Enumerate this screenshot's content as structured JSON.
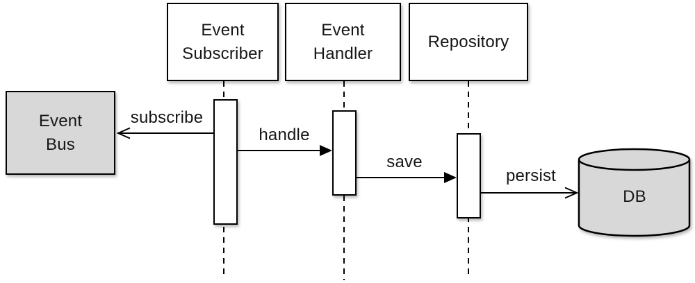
{
  "lifelines": {
    "event_subscriber": {
      "label": "Event\nSubscriber"
    },
    "event_handler": {
      "label": "Event\nHandler"
    },
    "repository": {
      "label": "Repository"
    }
  },
  "nodes": {
    "event_bus": {
      "label": "Event\nBus",
      "shape": "rectangle",
      "fill": "#d8d8d8"
    },
    "db": {
      "label": "DB",
      "shape": "cylinder",
      "fill": "#d8d8d8"
    }
  },
  "messages": {
    "subscribe": {
      "label": "subscribe",
      "from": "Event Subscriber",
      "to": "Event Bus",
      "arrow_style": "open",
      "direction": "left"
    },
    "handle": {
      "label": "handle",
      "from": "Event Subscriber",
      "to": "Event Handler",
      "arrow_style": "filled",
      "direction": "right"
    },
    "save": {
      "label": "save",
      "from": "Event Handler",
      "to": "Repository",
      "arrow_style": "filled",
      "direction": "right"
    },
    "persist": {
      "label": "persist",
      "from": "Repository",
      "to": "DB",
      "arrow_style": "open",
      "direction": "right"
    }
  },
  "colors": {
    "node_fill": "#d8d8d8",
    "stroke": "#000000",
    "text": "#161616",
    "background": "#ffffff"
  }
}
